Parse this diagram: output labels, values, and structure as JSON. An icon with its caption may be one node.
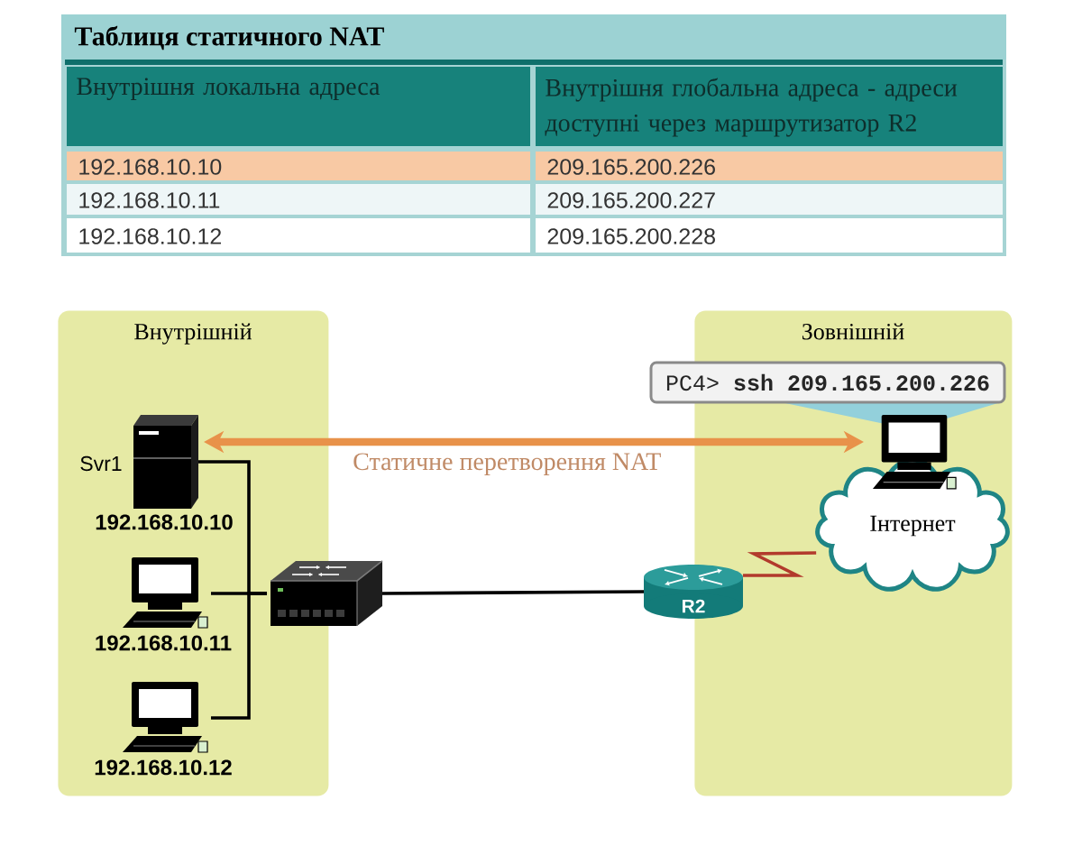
{
  "diagram": {
    "nodes": [
      {
        "text": [
          "Внутрішній"
        ]
      },
      {
        "text": [
          "Зовнішній"
        ]
      },
      {
        "text": [
          "Svr1",
          "192.168.10.10"
        ],
        "in": 0
      },
      {
        "text": [
          "192.168.10.11"
        ],
        "in": 0
      },
      {
        "text": [
          "192.168.10.12"
        ],
        "in": 0
      },
      {
        "text": [],
        "shape": "picture"
      },
      {
        "text": [
          "R2"
        ]
      },
      {
        "text": [
          "Інтернет"
        ],
        "in": 1
      },
      {
        "text": [],
        "shape": "picture",
        "in": 1
      },
      {
        "text": [
          "PC4> **ssh 209.165.200.226**"
        ]
      }
    ],
    "edges": [
      {
        "from": 2,
        "to": 5,
        "arrow": "none"
      },
      {
        "from": 3,
        "to": 5,
        "arrow": "none"
      },
      {
        "from": 4,
        "to": 5,
        "arrow": "none"
      },
      {
        "from": 5,
        "to": 6,
        "arrow": "none"
      },
      {
        "from": 6,
        "to": 7,
        "arrow": "none",
        "color": "#b23a2c"
      },
      {
        "from": 2,
        "to": 8,
        "arrow": "both",
        "label": "Статичне перетворення NAT",
        "style": "thick",
        "color": "#e8924a"
      }
    ],
    "labels": [
      "Таблиця статичного NAT",
      "Внутрішня локальна адреса",
      "Внутрішня глобальна адреса - адреси доступні через маршрутизатор R2",
      "192.168.10.10",
      "209.165.200.226",
      "192.168.10.11",
      "209.165.200.227",
      "192.168.10.12",
      "209.165.200.228"
    ]
  }
}
